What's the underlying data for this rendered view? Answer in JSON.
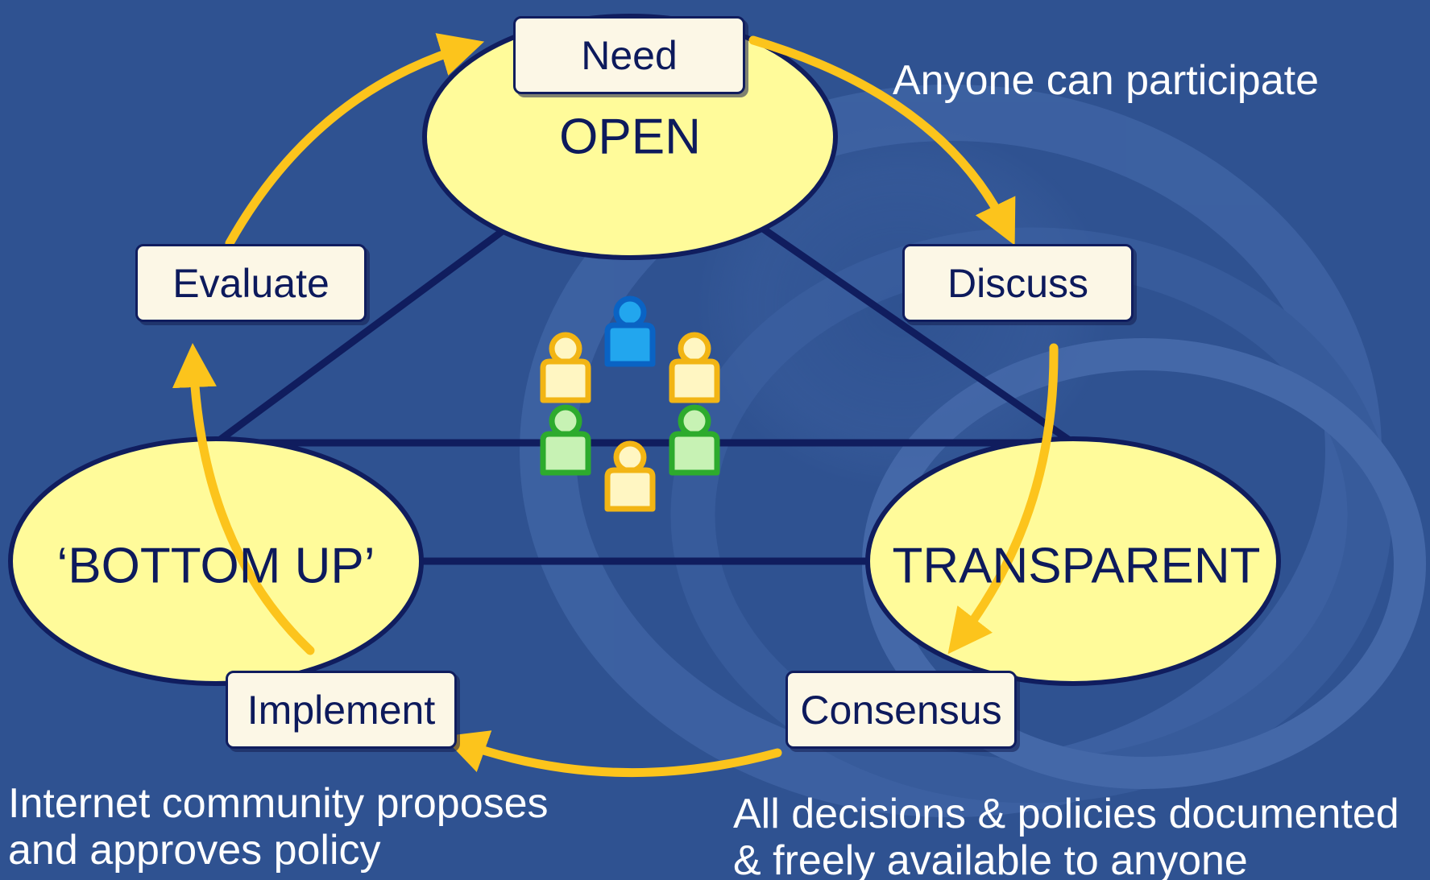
{
  "colors": {
    "background": "#2f5291",
    "oval_fill": "#fffb9a",
    "outline": "#101d5e",
    "arrow": "#fcc41c",
    "box_fill": "#fcf7e6",
    "text_dark": "#0d1a5c",
    "text_light": "#ffffff"
  },
  "ovals": {
    "open": "OPEN",
    "bottom_up": "‘BOTTOM UP’",
    "transparent": "TRANSPARENT"
  },
  "steps": {
    "need": "Need",
    "discuss": "Discuss",
    "consensus": "Consensus",
    "implement": "Implement",
    "evaluate": "Evaluate"
  },
  "captions": {
    "open": "Anyone can participate",
    "bottom_up_line1": "Internet community proposes",
    "bottom_up_line2": "and approves policy",
    "transparent_line1": "All decisions & policies documented",
    "transparent_line2": "& freely available to anyone"
  },
  "center_icon": "people-group-icon"
}
